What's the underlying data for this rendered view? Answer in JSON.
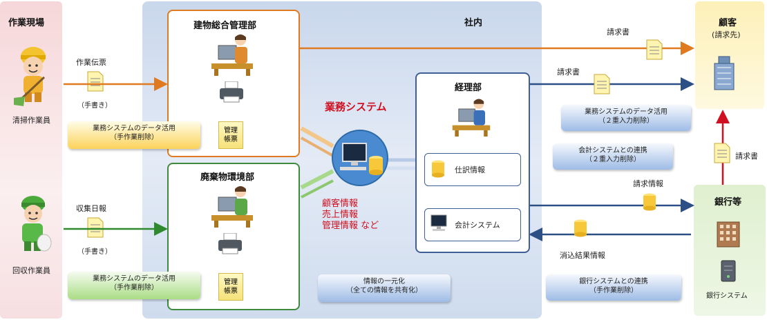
{
  "left": {
    "title": "作業現場",
    "worker1_label": "清掃作業員",
    "worker2_label": "回収作業員",
    "doc1_label": "作業伝票",
    "doc1_note": "（手書き）",
    "doc2_label": "収集日報",
    "doc2_note": "（手書き）"
  },
  "center": {
    "title": "社内",
    "dept1": "建物総合管理部",
    "dept2": "廃棄物環境部",
    "ledger_line1": "管理",
    "ledger_line2": "帳票",
    "callout_dept1_line1": "業務システムのデータ活用",
    "callout_dept1_line2": "（手作業削除）",
    "callout_dept2_line1": "業務システムのデータ活用",
    "callout_dept2_line2": "（手作業削除）",
    "system_title": "業務システム",
    "system_info_line1": "顧客情報",
    "system_info_line2": "売上情報",
    "system_info_line3": "管理情報 など",
    "unify_line1": "情報の一元化",
    "unify_line2": "（全ての情報を共有化）",
    "accounting_dept": "経理部",
    "journal": "仕訳情報",
    "accounting_system": "会計システム"
  },
  "flows": {
    "invoice_top": "請求書",
    "invoice_mid": "請求書",
    "invoice_right": "請求書",
    "billing_info": "請求情報",
    "clearing_info": "消込結果情報",
    "callout_gyomu_line1": "業務システムのデータ活用",
    "callout_gyomu_line2": "（２重入力削除）",
    "callout_kaikei_line1": "会計システムとの連携",
    "callout_kaikei_line2": "（２重入力削除）",
    "callout_bank_line1": "銀行システムとの連携",
    "callout_bank_line2": "（手作業削除）"
  },
  "right": {
    "customer_title": "顧客",
    "customer_sub": "(請求先)",
    "bank_title": "銀行等",
    "bank_system": "銀行システム"
  },
  "colors": {
    "orange": "#e07a20",
    "green": "#2f8a2f",
    "blue": "#2c4f86",
    "red": "#d01020"
  }
}
